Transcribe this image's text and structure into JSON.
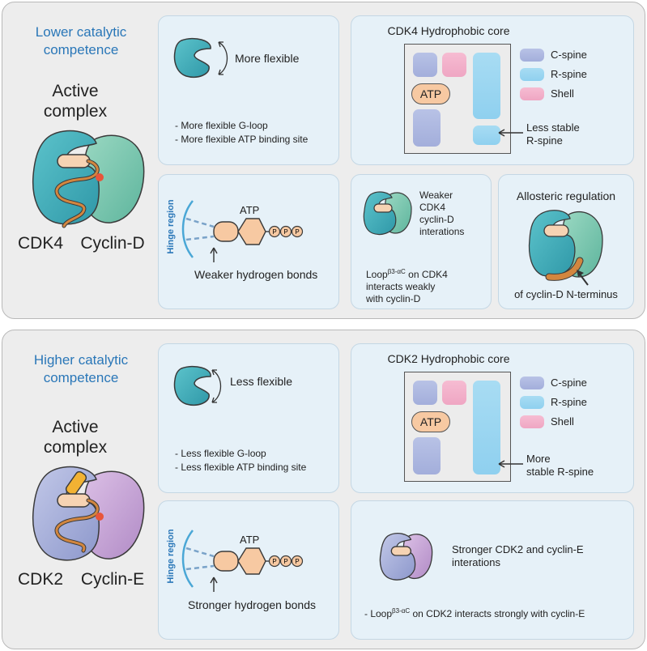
{
  "top": {
    "competence": "Lower catalytic competence",
    "active_complex": "Active complex",
    "kinase": "CDK4",
    "cyclin": "Cyclin-D",
    "flex_label": "More flexible",
    "flex_bullets": [
      "- More flexible G-loop",
      "- More flexible ATP binding site"
    ],
    "core_title": "CDK4 Hydrophobic core",
    "atp": "ATP",
    "spine_note": "Less stable\nR-spine",
    "hinge": "Hinge region",
    "atp_label": "ATP",
    "phosphate": "P",
    "hbond": "Weaker hydrogen bonds",
    "interaction": "Weaker\nCDK4\ncyclin-D\ninterations",
    "loop_note_pre": "Loop",
    "loop_sup": "β3-αC",
    "loop_note_post": " on CDK4\ninteracts weakly\nwith cyclin-D",
    "allo_title": "Allosteric regulation",
    "allo_sub": "of cyclin-D N-terminus"
  },
  "bottom": {
    "competence": "Higher catalytic competence",
    "active_complex": "Active complex",
    "kinase": "CDK2",
    "cyclin": "Cyclin-E",
    "flex_label": "Less flexible",
    "flex_bullets": [
      "- Less flexible G-loop",
      "- Less flexible ATP binding site"
    ],
    "core_title": "CDK2 Hydrophobic core",
    "atp": "ATP",
    "spine_note": "More\nstable R-spine",
    "hinge": "Hinge region",
    "atp_label": "ATP",
    "phosphate": "P",
    "hbond": "Stronger hydrogen bonds",
    "interaction": "Stronger CDK2 and cyclin-E\ninterations",
    "loop_note_pre": "- Loop",
    "loop_sup": "β3-αC",
    "loop_note_post": " on CDK2 interacts strongly with cyclin-E"
  },
  "legend": {
    "c_spine": "C-spine",
    "r_spine": "R-spine",
    "shell": "Shell"
  },
  "colors": {
    "cdk_teal": "#49b7c1",
    "cyclin_green": "#7fc9b2",
    "cdk2_lavender": "#a8b0d8",
    "cyclin_e_purple": "#c8a6d6",
    "loop_orange": "#d2863f",
    "title_blue": "#2a77b8"
  }
}
